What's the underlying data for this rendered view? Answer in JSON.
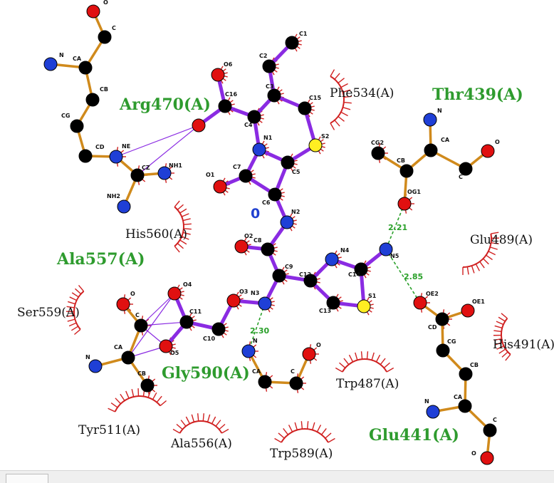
{
  "ligand_label": "0",
  "colors": {
    "carbon": "#000000",
    "nitrogen": "#1f3fd6",
    "oxygen": "#e01010",
    "sulfur": "#ffee22",
    "ligand_bond": "#8a2be2",
    "residue_bond": "#d08a1c",
    "hbond": "#2aa02a",
    "hydrophobic": "#d02020",
    "residue_green": "#2e9b2e"
  },
  "hbond_distances": [
    "2.21",
    "2.85",
    "2.30"
  ],
  "residues_hbond": [
    "Arg470(A)",
    "Thr439(A)",
    "Ala557(A)",
    "Gly590(A)",
    "Glu441(A)"
  ],
  "residues_hydrophobic": [
    "Phe534(A)",
    "His560(A)",
    "Glu489(A)",
    "Ser559(A)",
    "His491(A)",
    "Trp487(A)",
    "Tyr511(A)",
    "Ala556(A)",
    "Trp589(A)"
  ],
  "atoms": {
    "lig": [
      "C1",
      "C2",
      "C3",
      "C15",
      "S2",
      "C16",
      "O6",
      "C4",
      "N1",
      "C5",
      "C7",
      "C6",
      "O1",
      "N2",
      "O2",
      "C8",
      "C9",
      "C12",
      "N4",
      "C14",
      "N5",
      "C13",
      "S1",
      "N3",
      "O3",
      "C10",
      "C11",
      "O4",
      "O5"
    ],
    "arg": [
      "O",
      "C",
      "CA",
      "N",
      "CB",
      "CG",
      "CD",
      "NE",
      "CZ",
      "NH1",
      "NH2"
    ],
    "thr": [
      "N",
      "CA",
      "CB",
      "CG2",
      "OG1",
      "C",
      "O"
    ],
    "glu": [
      "OE2",
      "OE1",
      "CD",
      "CG",
      "CB",
      "CA",
      "N",
      "C",
      "O"
    ],
    "gly": [
      "N",
      "CA",
      "C",
      "O"
    ],
    "ala": [
      "O",
      "C",
      "CA",
      "N",
      "CB"
    ]
  }
}
